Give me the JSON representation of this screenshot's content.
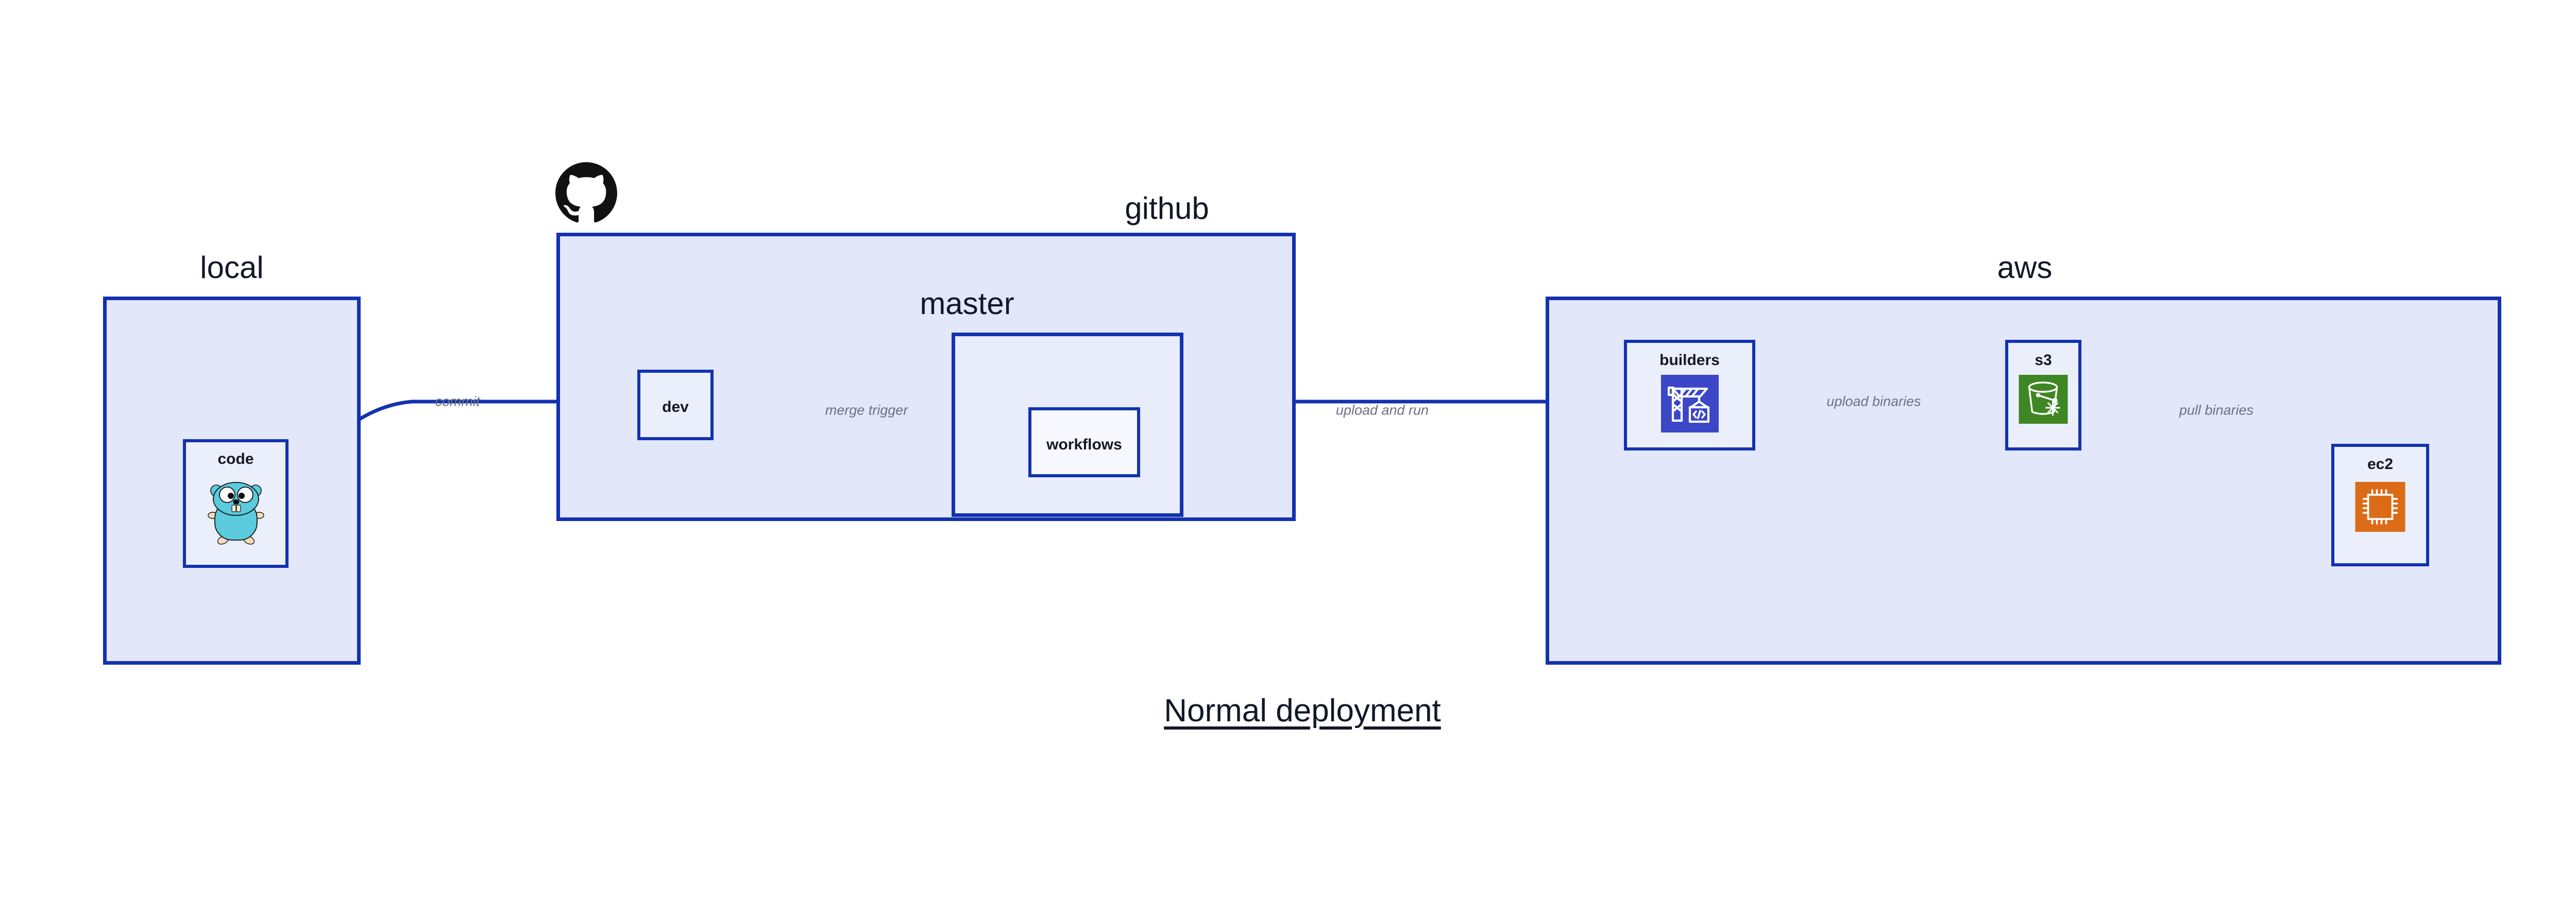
{
  "diagram": {
    "title": "Normal deployment",
    "background": "#ffffff",
    "accent_blue": "#1232B0",
    "group_fill": "#E2E7FA",
    "node_fill": "#EBEFFB",
    "label_gray": "#6B7280",
    "text_dark": "#111827"
  },
  "groups": [
    {
      "id": "local",
      "label": "local",
      "icon": null
    },
    {
      "id": "github",
      "label": "github",
      "icon": "github-octocat-icon"
    },
    {
      "id": "master",
      "label": "master",
      "icon": null
    },
    {
      "id": "aws",
      "label": "aws",
      "icon": null
    }
  ],
  "nodes": [
    {
      "id": "code",
      "label": "code",
      "icon": "go-gopher-icon",
      "icon_color": "#5BCBDD"
    },
    {
      "id": "dev",
      "label": "dev",
      "icon": null
    },
    {
      "id": "workflows",
      "label": "workflows",
      "icon": null
    },
    {
      "id": "builders",
      "label": "builders",
      "icon": "crane-code-icon",
      "icon_color": "#3B47C6"
    },
    {
      "id": "s3",
      "label": "s3",
      "icon": "s3-bucket-glacier-icon",
      "icon_color": "#3F8624"
    },
    {
      "id": "ec2",
      "label": "ec2",
      "icon": "cpu-chip-icon",
      "icon_color": "#DC6B17"
    }
  ],
  "edges": [
    {
      "id": "commit",
      "label": "commit",
      "from": "code",
      "to": "dev"
    },
    {
      "id": "merge-trigger",
      "label": "merge trigger",
      "from": "dev",
      "to": "workflows"
    },
    {
      "id": "upload-and-run",
      "label": "upload and run",
      "from": "workflows",
      "to": "builders"
    },
    {
      "id": "upload-binaries",
      "label": "upload binaries",
      "from": "builders",
      "to": "s3"
    },
    {
      "id": "pull-binaries",
      "label": "pull binaries",
      "from": "s3",
      "to": "ec2"
    }
  ]
}
